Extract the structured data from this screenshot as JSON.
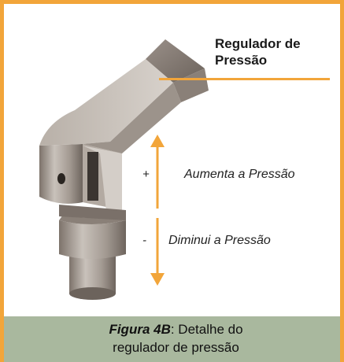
{
  "callout": {
    "title_line1": "Regulador de",
    "title_line2": "Pressão"
  },
  "indicators": {
    "plus_sign": "+",
    "increase_label": "Aumenta a Pressão",
    "minus_sign": "-",
    "decrease_label": "Diminui a Pressão"
  },
  "caption": {
    "figure_label": "Figura 4B",
    "text_part1": ": Detalhe do",
    "text_part2": "regulador de pressão"
  },
  "colors": {
    "border": "#f2a53a",
    "arrow": "#f2a53a",
    "caption_bg": "#a9b89e",
    "metal": "#a39a92"
  }
}
